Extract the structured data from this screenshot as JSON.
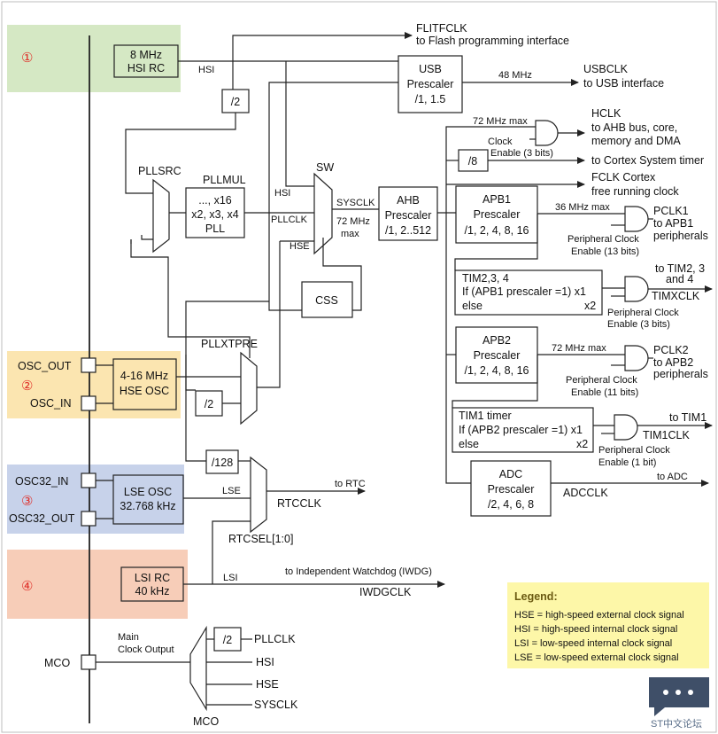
{
  "regions": {
    "r1": {
      "number": "①",
      "color": "#d5e8c4"
    },
    "r2": {
      "number": "②",
      "color": "#fbe5b0"
    },
    "r3": {
      "number": "③",
      "color": "#c7d2ea"
    },
    "r4": {
      "number": "④",
      "color": "#f7cdb8"
    }
  },
  "pins": {
    "osc_out": "OSC_OUT",
    "osc_in": "OSC_IN",
    "osc32_in": "OSC32_IN",
    "osc32_out": "OSC32_OUT",
    "mco": "MCO"
  },
  "oscillators": {
    "hsi": [
      "8 MHz",
      "HSI RC"
    ],
    "hse": [
      "4-16 MHz",
      "HSE OSC"
    ],
    "lse": [
      "LSE OSC",
      "32.768 kHz"
    ],
    "lsi": [
      "LSI RC",
      "40 kHz"
    ]
  },
  "blocks": {
    "div2_hsi": "/2",
    "div2_hse": "/2",
    "div128": "/128",
    "div8": "/8",
    "div2_mco": "/2",
    "css": "CSS",
    "pllmul": [
      "..., x16",
      "x2, x3, x4",
      "PLL"
    ],
    "usb": [
      "USB",
      "Prescaler",
      "/1, 1.5"
    ],
    "ahb": [
      "AHB",
      "Prescaler",
      "/1, 2..512"
    ],
    "apb1": [
      "APB1",
      "Prescaler",
      "/1, 2, 4, 8, 16"
    ],
    "apb2": [
      "APB2",
      "Prescaler",
      "/1, 2, 4, 8, 16"
    ],
    "adc": [
      "ADC",
      "Prescaler",
      "/2, 4, 6, 8"
    ],
    "tim234": [
      "TIM2,3, 4",
      "If (APB1 prescaler =1) x1",
      "else",
      "x2"
    ],
    "tim1": [
      "TIM1 timer",
      "If (APB2 prescaler =1) x1",
      "else",
      "x2"
    ]
  },
  "labels": {
    "hsi_wire": "HSI",
    "pllsrc": "PLLSRC",
    "pllmul": "PLLMUL",
    "sw": "SW",
    "sw_hsi": "HSI",
    "sw_pllclk": "PLLCLK",
    "sw_hse": "HSE",
    "sysclk": "SYSCLK",
    "sysclk_max": [
      "72 MHz",
      "max"
    ],
    "pllxtpre": "PLLXTPRE",
    "lse_wire": "LSE",
    "rtcclk": "RTCCLK",
    "to_rtc": "to RTC",
    "rtcsel": "RTCSEL[1:0]",
    "lsi_wire": "LSI",
    "to_iwdg": "to Independent Watchdog (IWDG)",
    "iwdgclk": "IWDGCLK",
    "main_clock_output": [
      "Main",
      "Clock Output"
    ],
    "mco_in_pllclk": "PLLCLK",
    "mco_in_hsi": "HSI",
    "mco_in_hse": "HSE",
    "mco_in_sysclk": "SYSCLK",
    "mco_mux": "MCO"
  },
  "outputs": {
    "flitfclk": [
      "FLITFCLK",
      "to Flash programming interface"
    ],
    "usb_freq": "48 MHz",
    "usbclk": [
      "USBCLK",
      "to USB interface"
    ],
    "ahb_max": "72 MHz max",
    "hclk": [
      "HCLK",
      "to AHB bus, core,",
      "memory and DMA"
    ],
    "clock_enable": [
      "Clock",
      "Enable (3 bits)"
    ],
    "cortex_system_timer": "to Cortex System timer",
    "fclk": [
      "FCLK Cortex",
      "free running clock"
    ],
    "apb1_max": "36 MHz max",
    "pclk1": [
      "PCLK1",
      "to APB1",
      "peripherals"
    ],
    "pclk1_enable": [
      "Peripheral Clock",
      "Enable (13 bits)"
    ],
    "timxclk": [
      "to TIM2, 3",
      "and 4",
      "TIMXCLK"
    ],
    "timx_enable": [
      "Peripheral Clock",
      "Enable (3 bits)"
    ],
    "apb2_max": "72 MHz max",
    "pclk2": [
      "PCLK2",
      "to APB2",
      "peripherals"
    ],
    "pclk2_enable": [
      "Peripheral Clock",
      "Enable (11 bits)"
    ],
    "tim1": [
      "to TIM1",
      "TIM1CLK"
    ],
    "tim1_enable": [
      "Peripheral Clock",
      "Enable (1 bit)"
    ],
    "adc": [
      "to ADC",
      "ADCCLK"
    ]
  },
  "legend": {
    "title": "Legend:",
    "items": [
      "HSE = high-speed external clock signal",
      "HSI = high-speed internal clock signal",
      "LSI = low-speed internal clock signal",
      "LSE = low-speed external clock signal"
    ],
    "color": "#fdf7a8"
  },
  "watermark": "ST中文论坛"
}
